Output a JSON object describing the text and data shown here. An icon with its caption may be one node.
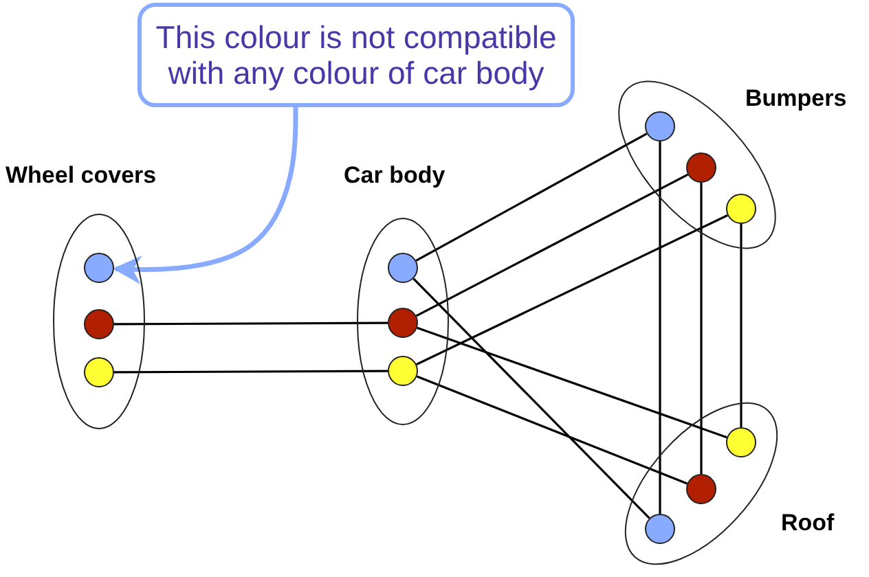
{
  "diagram": {
    "nodes": [
      {
        "text": [
          "This colour is not compatible with any colour of car body"
        ]
      },
      {
        "text": [
          "Wheel covers"
        ]
      },
      {
        "text": [],
        "shape": "circle",
        "in": 1
      },
      {
        "text": [],
        "shape": "circle",
        "in": 1
      },
      {
        "text": [],
        "shape": "circle",
        "in": 1
      },
      {
        "text": [
          "Car body"
        ]
      },
      {
        "text": [],
        "shape": "circle",
        "in": 5
      },
      {
        "text": [],
        "shape": "circle",
        "in": 5
      },
      {
        "text": [],
        "shape": "circle",
        "in": 5
      },
      {
        "text": [
          "Bumpers"
        ]
      },
      {
        "text": [],
        "shape": "circle",
        "in": 9
      },
      {
        "text": [],
        "shape": "circle",
        "in": 9
      },
      {
        "text": [],
        "shape": "circle",
        "in": 9
      },
      {
        "text": [
          "Roof"
        ]
      },
      {
        "text": [],
        "shape": "circle",
        "in": 13
      },
      {
        "text": [],
        "shape": "circle",
        "in": 13
      },
      {
        "text": [],
        "shape": "circle",
        "in": 13
      }
    ],
    "edges": [
      {
        "from": 0,
        "to": 2,
        "arrow": "to",
        "style": "thick",
        "color": "#88aaff"
      },
      {
        "from": 3,
        "to": 7,
        "arrow": "none"
      },
      {
        "from": 4,
        "to": 8,
        "arrow": "none"
      },
      {
        "from": 6,
        "to": 10,
        "arrow": "none"
      },
      {
        "from": 7,
        "to": 11,
        "arrow": "none"
      },
      {
        "from": 8,
        "to": 12,
        "arrow": "none"
      },
      {
        "from": 6,
        "to": 16,
        "arrow": "none"
      },
      {
        "from": 7,
        "to": 14,
        "arrow": "none"
      },
      {
        "from": 8,
        "to": 15,
        "arrow": "none"
      },
      {
        "from": 10,
        "to": 16,
        "arrow": "none"
      },
      {
        "from": 11,
        "to": 15,
        "arrow": "none"
      },
      {
        "from": 12,
        "to": 14,
        "arrow": "none"
      }
    ]
  }
}
